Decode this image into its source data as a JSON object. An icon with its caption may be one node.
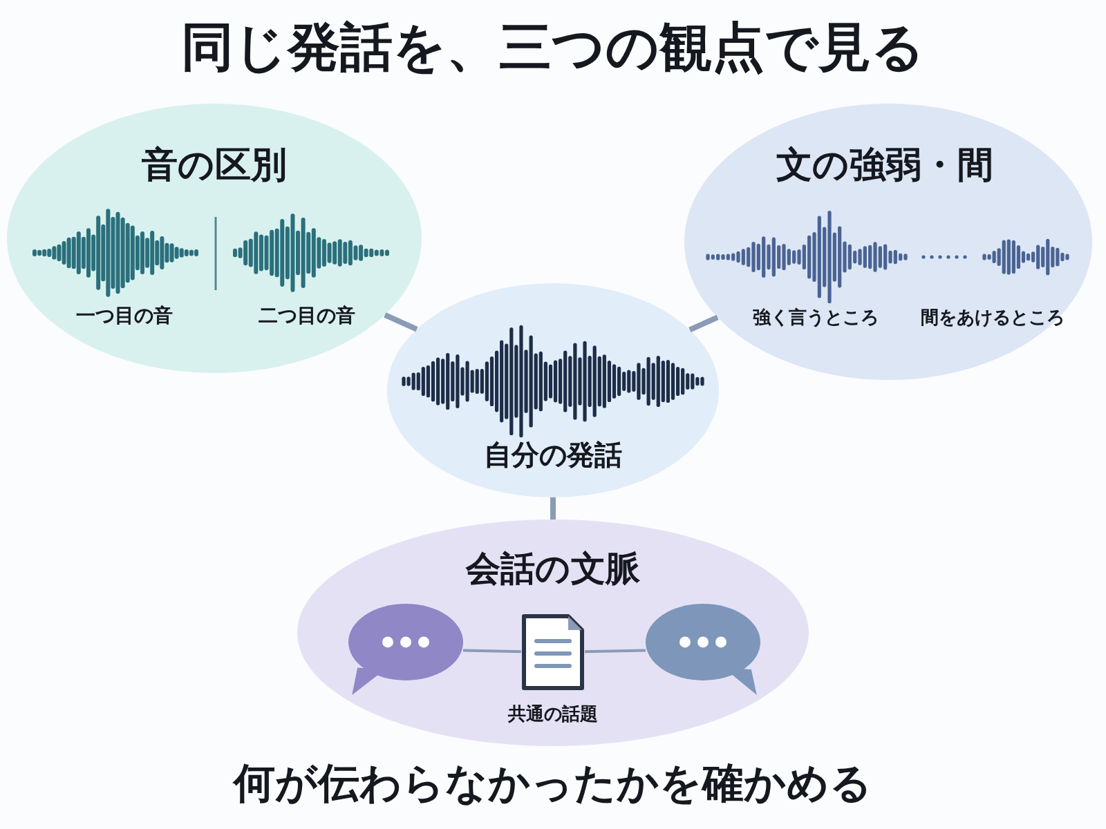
{
  "diagram": {
    "title": "同じ発話を、三つの観点で見る",
    "nodes": [
      {
        "text": [
          "音の区別",
          "一つ目の音",
          "二つ目の音"
        ]
      },
      {
        "text": [
          "文の強弱・間",
          "強く言うところ",
          "間をあけるところ"
        ]
      },
      {
        "text": [
          "自分の発話"
        ]
      },
      {
        "text": [
          "会話の文脈"
        ]
      },
      {
        "text": [],
        "shape": "bubble",
        "in": 3
      },
      {
        "text": [],
        "shape": "document",
        "in": 3,
        "beside": [
          "共通の話題"
        ]
      },
      {
        "text": [],
        "shape": "bubble",
        "in": 3
      }
    ],
    "edges": [
      {
        "from": 0,
        "to": 2,
        "arrow": "none"
      },
      {
        "from": 1,
        "to": 2,
        "arrow": "none"
      },
      {
        "from": 2,
        "to": 3,
        "arrow": "none"
      },
      {
        "from": 4,
        "to": 5,
        "arrow": "none"
      },
      {
        "from": 5,
        "to": 6,
        "arrow": "none"
      }
    ],
    "caption": "何が伝わらなかったかを確かめる"
  }
}
